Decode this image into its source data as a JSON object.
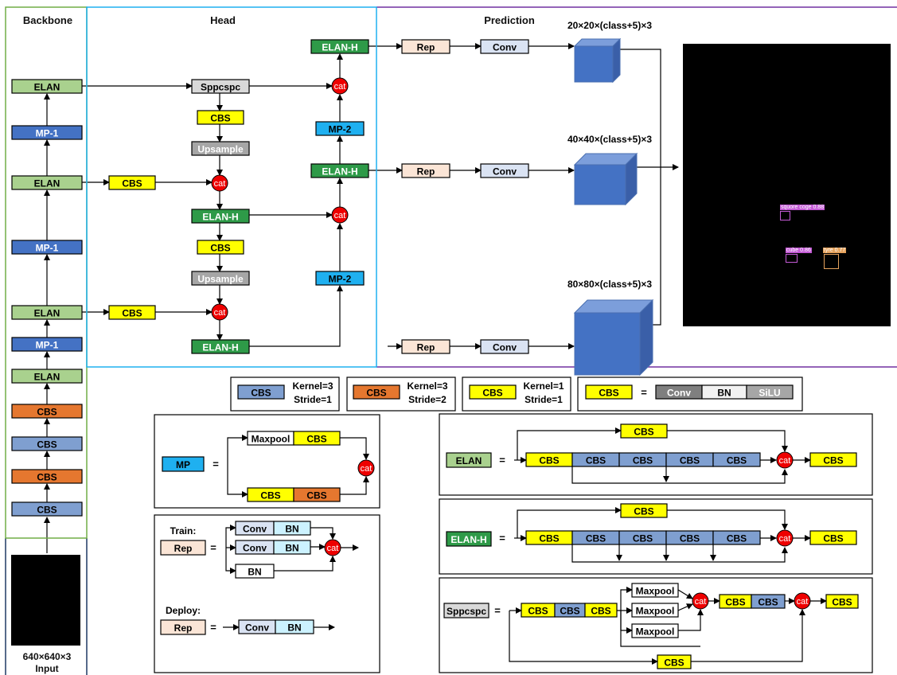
{
  "sections": {
    "backbone": "Backbone",
    "head": "Head",
    "prediction": "Prediction"
  },
  "input": {
    "size": "640×640×3",
    "label": "Input"
  },
  "backbone_blocks": [
    "ELAN",
    "MP-1",
    "ELAN",
    "MP-1",
    "ELAN",
    "MP-1",
    "ELAN",
    "CBS",
    "CBS",
    "CBS",
    "CBS"
  ],
  "head_blocks": {
    "sppcspc": "Sppcspc",
    "cbs": "CBS",
    "upsample": "Upsample",
    "cat": "cat",
    "elan_h": "ELAN-H",
    "mp2": "MP-2"
  },
  "prediction": {
    "rep": "Rep",
    "conv": "Conv",
    "out1": "20×20×(class+5)×3",
    "out2": "40×40×(class+5)×3",
    "out3": "80×80×(class+5)×3"
  },
  "detections": [
    {
      "label": "squore coge 0.88",
      "color": "#c45ad6"
    },
    {
      "label": "cube 0.86",
      "color": "#c45ad6"
    },
    {
      "label": "tyre 0.77",
      "color": "#e5a25c"
    }
  ],
  "legend": {
    "cbs": "CBS",
    "k3s1": [
      "Kernel=3",
      "Stride=1"
    ],
    "k3s2": [
      "Kernel=3",
      "Stride=2"
    ],
    "k1s1": [
      "Kernel=1",
      "Stride=1"
    ],
    "equals": "=",
    "conv": "Conv",
    "bn": "BN",
    "silu": "SiLU"
  },
  "modules": {
    "mp": "MP",
    "maxpool": "Maxpool",
    "train": "Train:",
    "deploy": "Deploy:",
    "rep": "Rep",
    "elan": "ELAN",
    "elan_h": "ELAN-H",
    "sppcspc": "Sppcspc"
  },
  "colors": {
    "green_light": "#a9d18e",
    "green_dark": "#2e9a48",
    "blue_dark": "#4472c4",
    "blue_mid": "#7f9fd0",
    "orange": "#e5772f",
    "yellow": "#ffff00",
    "gray_light": "#d9d9d9",
    "gray_mid": "#a6a6a6",
    "gray_dark": "#7f7f7f",
    "sky": "#1fb0f0",
    "cat_red": "#ee0000",
    "rep_fill": "#fbe5d6",
    "conv_fill": "#dae3f3",
    "cube": "#4472c4"
  }
}
